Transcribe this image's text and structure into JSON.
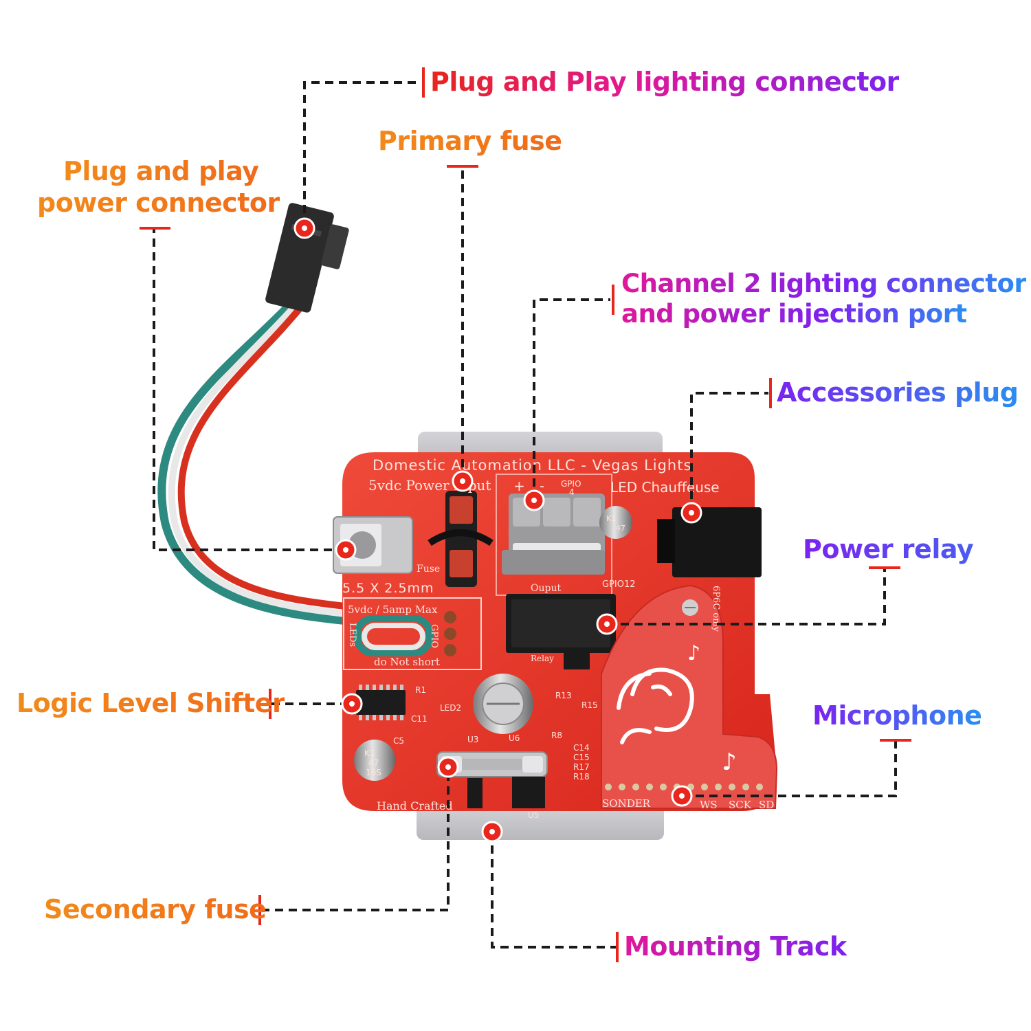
{
  "colors": {
    "orange": "#f28a1a",
    "red": "#e8261c",
    "magenta": "#e0179a",
    "purple": "#7b22f0",
    "blue": "#2a8ef2",
    "board": "#e8382c",
    "leader": "#1a1a1a",
    "marker": "#e8261c"
  },
  "labels": {
    "plug_play_lighting": "Plug and Play lighting connector",
    "primary_fuse": "Primary fuse",
    "plug_play_power_1": "Plug and play",
    "plug_play_power_2": "power connector",
    "channel2_1": "Channel 2 lighting connector",
    "channel2_2": "and power injection port",
    "accessories_plug": "Accessories plug",
    "power_relay": "Power relay",
    "logic_level_shifter": "Logic Level Shifter",
    "microphone": "Microphone",
    "secondary_fuse": "Secondary fuse",
    "mounting_track": "Mounting Track"
  },
  "silkscreen": {
    "company": "Domestic Automation LLC - Vegas Lights",
    "power_input": "5vdc Power Input",
    "product": "LED Chauffeuse",
    "gpio_4": "GPIO",
    "gpio_4_num": "4",
    "plus": "+",
    "minus": "-",
    "barrel_size": "5.5 X 2.5mm",
    "fuse": "Fuse",
    "output": "Ouput",
    "gpio12": "GPIO12",
    "rating": "5vdc / 5amp Max",
    "leds": "LEDs",
    "gpio": "GPIO",
    "do_not_short": "do Not short",
    "relay": "Relay",
    "led2": "LED2",
    "hand_crafted": "Hand Crafted",
    "sonder": "SONDER",
    "ws": "WS",
    "sck": "SCK",
    "sd": "SD",
    "rj_note": "6P6C only",
    "cap_k1": "K1",
    "cap_47": "47",
    "cap_16s": "16S",
    "ref_r1": "R1",
    "ref_c5": "C5",
    "ref_u3": "U3",
    "ref_u5": "U5",
    "ref_u6": "U6",
    "ref_r8": "R8",
    "ref_c14": "C14",
    "ref_c15": "C15",
    "ref_r17": "R17",
    "ref_r18": "R18",
    "ref_c11": "C11",
    "ref_r15": "R15",
    "ref_r13": "R13"
  }
}
